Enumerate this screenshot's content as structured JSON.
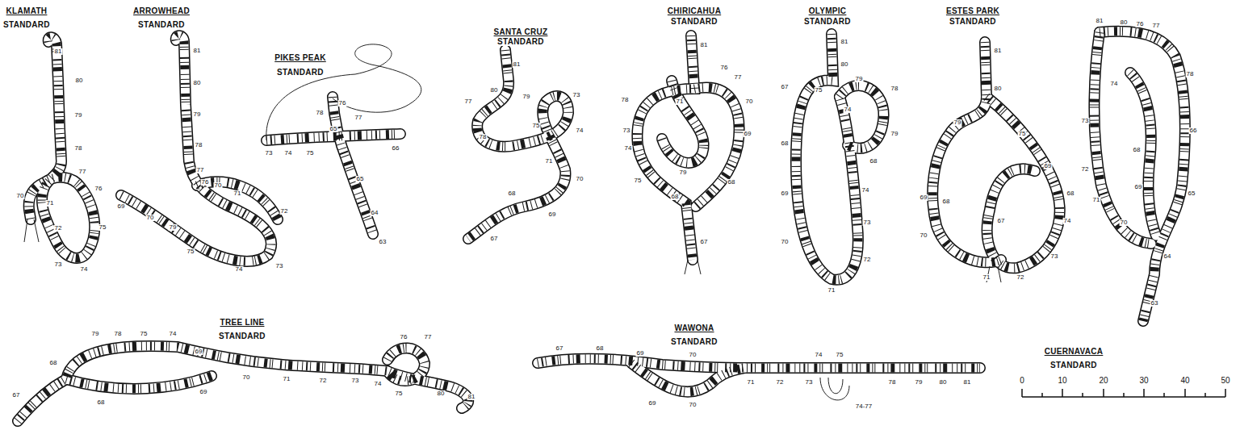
{
  "diagram": {
    "labels": [
      "KLAMATH",
      "STANDARD",
      "81",
      "80",
      "79",
      "78",
      "77",
      "76",
      "75",
      "74",
      "73",
      "72",
      "71",
      "70",
      "ARROWHEAD",
      "STANDARD",
      "81",
      "80",
      "79",
      "78",
      "77",
      "76",
      "70",
      "71",
      "72",
      "73",
      "74",
      "75",
      "79",
      "70",
      "69",
      "PIKES PEAK",
      "STANDARD",
      "78",
      "77",
      "76",
      "73",
      "74",
      "75",
      "65",
      "65",
      "66",
      "64",
      "63",
      "SANTA CRUZ",
      "STANDARD",
      "81",
      "80",
      "79",
      "77",
      "78",
      "73",
      "74",
      "75",
      "71",
      "70",
      "69",
      "68",
      "67",
      "CHIRICAHUA",
      "STANDARD",
      "81",
      "76",
      "77",
      "70",
      "69",
      "68",
      "71",
      "78",
      "73",
      "74",
      "75",
      "79",
      "68",
      "67",
      "OLYMPIC",
      "STANDARD",
      "81",
      "80",
      "79",
      "78",
      "75",
      "74",
      "67",
      "68",
      "69",
      "70",
      "71",
      "72",
      "73",
      "74",
      "79",
      "68",
      "ESTES PARK",
      "STANDARD",
      "81",
      "80",
      "79",
      "75",
      "69",
      "69",
      "70",
      "68",
      "67",
      "71",
      "72",
      "73",
      "74",
      "68",
      "81",
      "80",
      "76",
      "77",
      "78",
      "74",
      "73",
      "72",
      "71",
      "70",
      "66",
      "65",
      "64",
      "63",
      "68",
      "69",
      "CUERNAVACA",
      "STANDARD",
      "TREE LINE",
      "STANDARD",
      "67",
      "68",
      "79",
      "78",
      "75",
      "74",
      "69",
      "68",
      "69",
      "70",
      "71",
      "72",
      "73",
      "74",
      "75",
      "76",
      "77",
      "80",
      "81",
      "WAWONA",
      "STANDARD",
      "67",
      "68",
      "69",
      "70",
      "69",
      "70",
      "71",
      "72",
      "73",
      "74",
      "75",
      "78",
      "79",
      "80",
      "81",
      "74-77",
      "0",
      "10",
      "20",
      "30",
      "40",
      "50"
    ]
  }
}
